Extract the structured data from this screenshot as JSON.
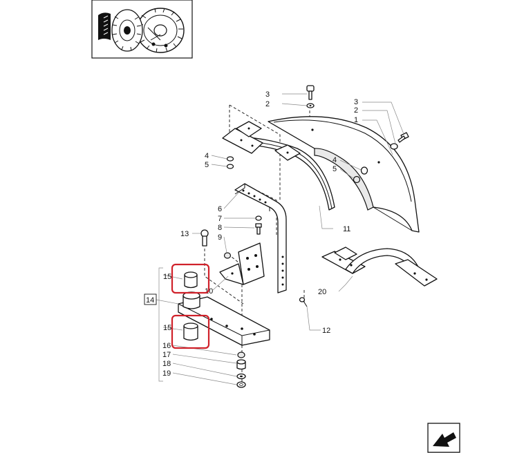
{
  "colors": {
    "highlight": "#d0212a",
    "line": "#111111",
    "leader": "#888888"
  },
  "thumbnail": {
    "icon": "tractor-wheel-icon"
  },
  "nav": {
    "icon": "return-arrow-icon"
  },
  "callouts": {
    "c3a": "3",
    "c2a": "2",
    "c3b": "3",
    "c2b": "2",
    "c1": "1",
    "c4a": "4",
    "c5a": "5",
    "c4b": "4",
    "c5b": "5",
    "c6": "6",
    "c7": "7",
    "c8": "8",
    "c9": "9",
    "c10": "10",
    "c11": "11",
    "c12": "12",
    "c13": "13",
    "c14": "14",
    "c15a": "15",
    "c15b": "15",
    "c16": "16",
    "c17": "17",
    "c18": "18",
    "c19": "19",
    "c20": "20"
  }
}
